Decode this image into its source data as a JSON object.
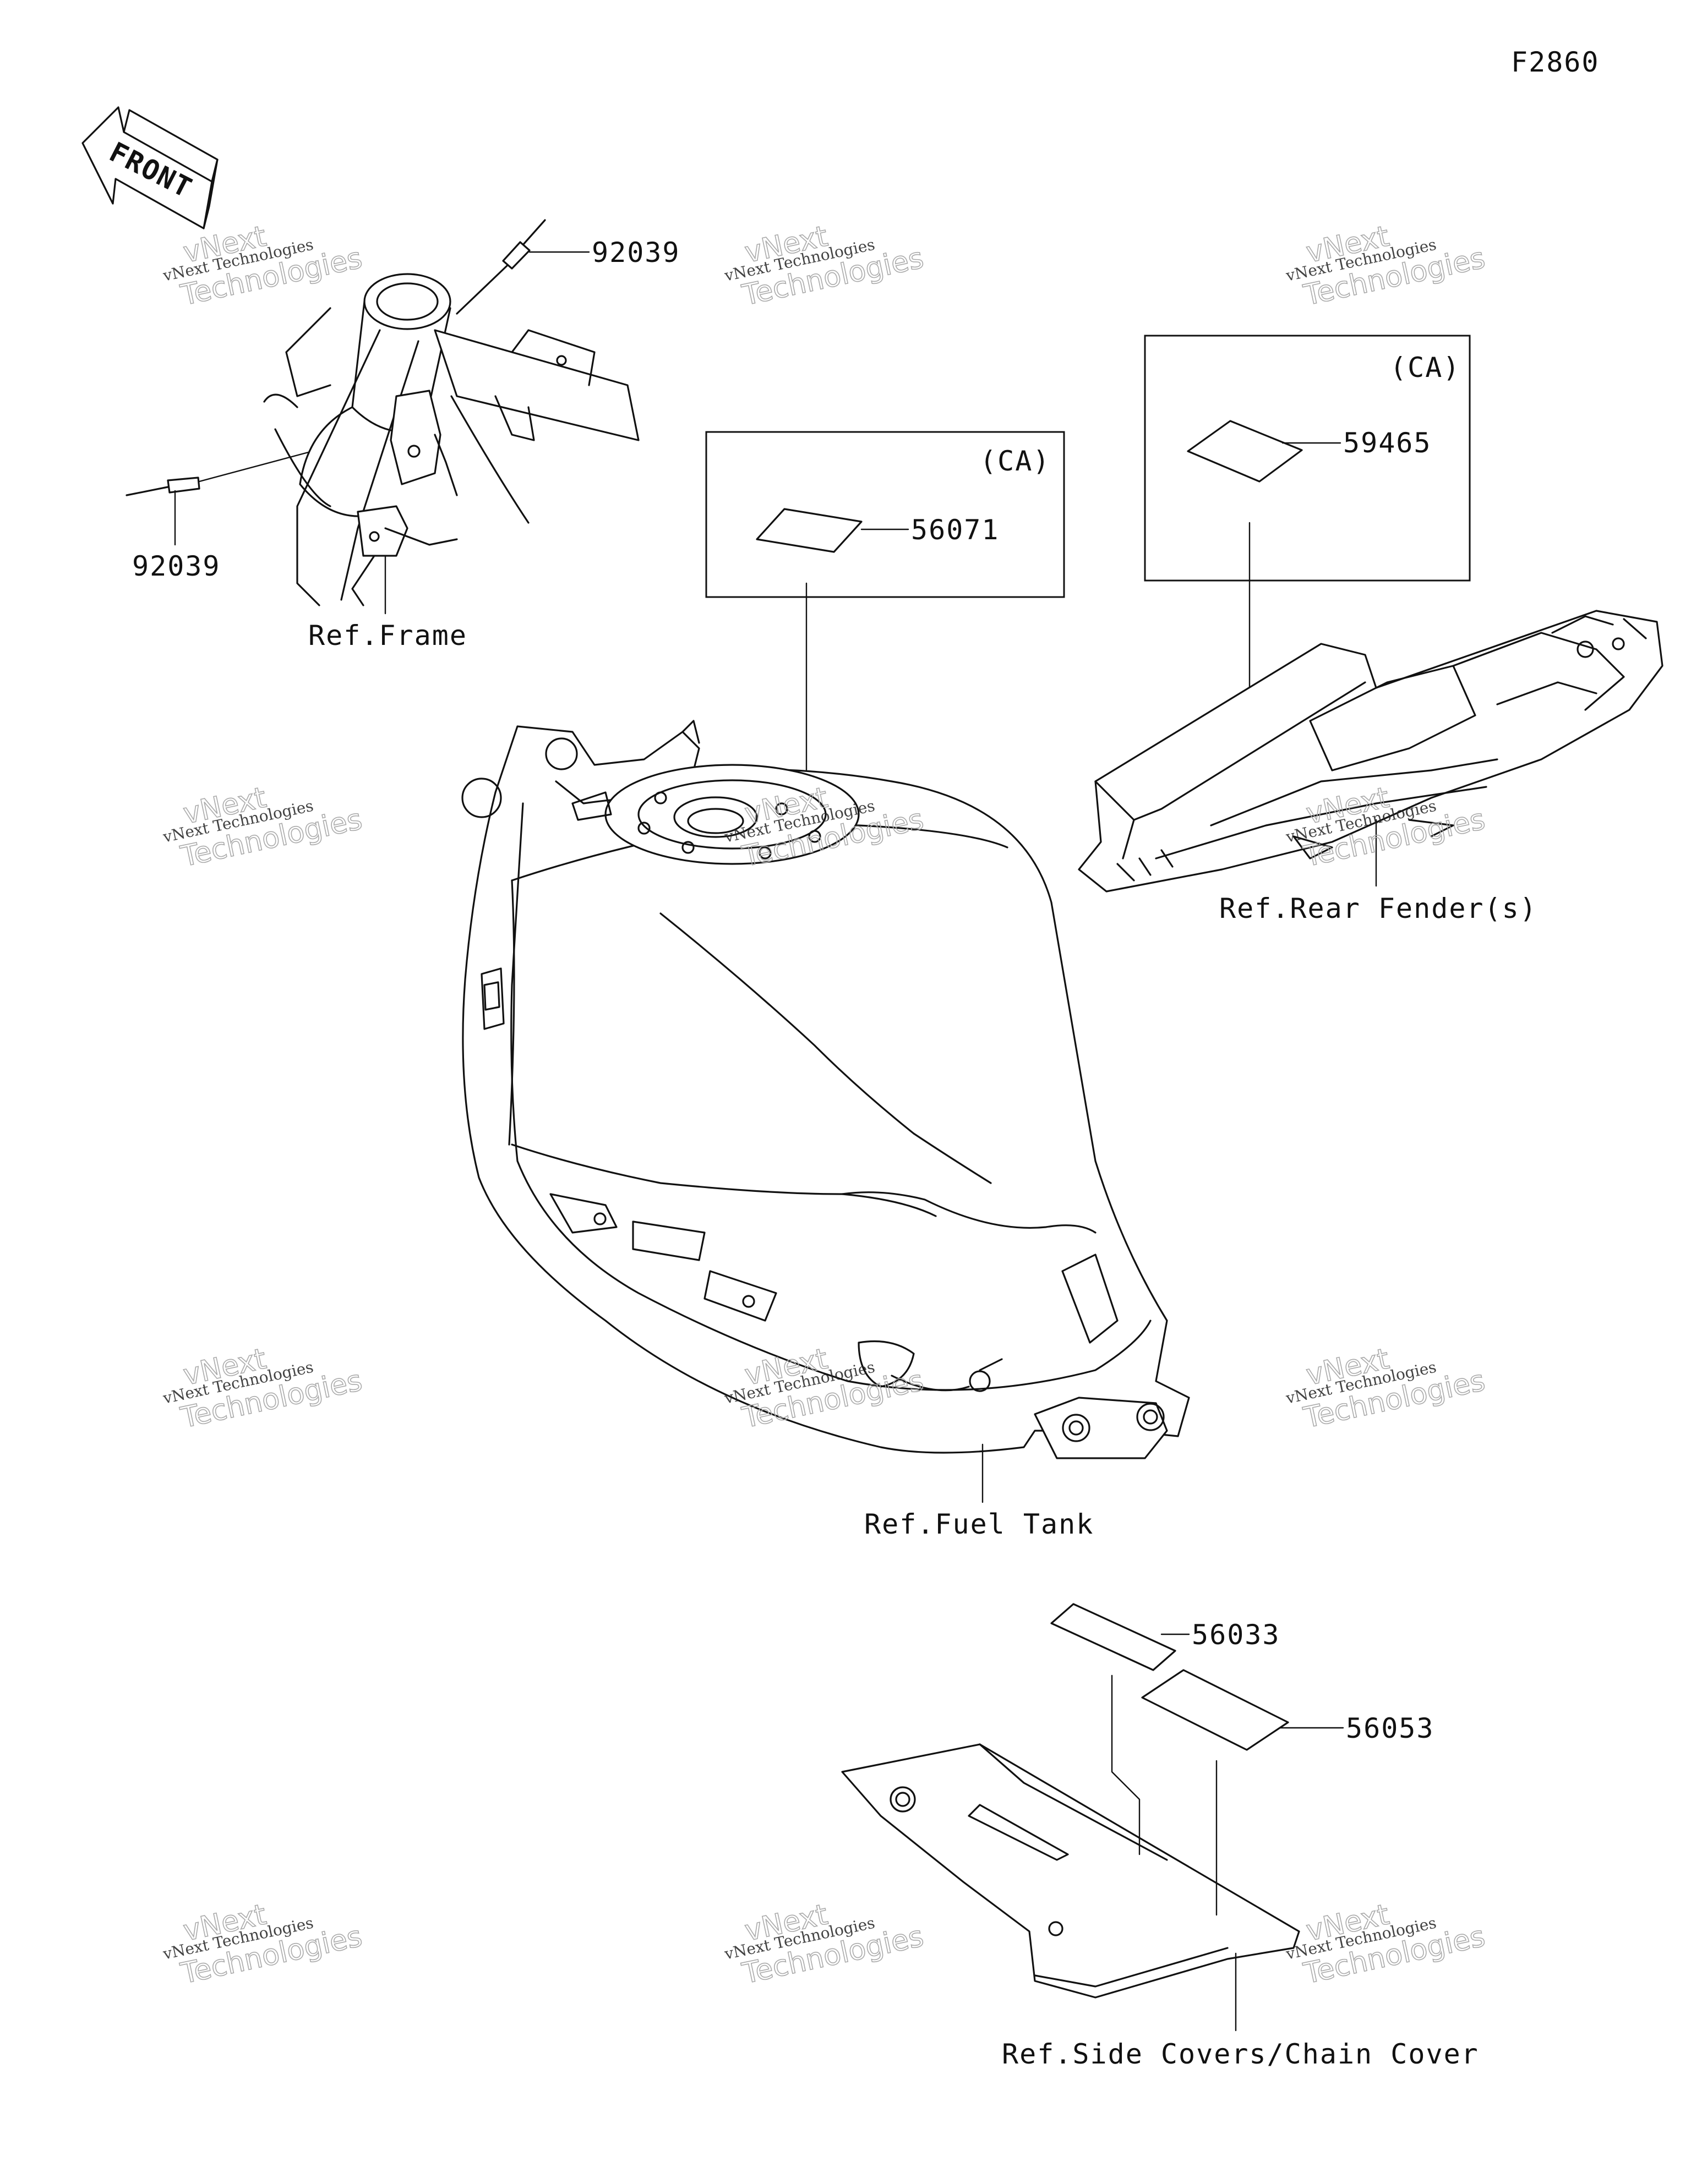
{
  "figure_code": "F2860",
  "front_arrow_label": "FRONT",
  "callouts": {
    "rivet_top": "92039",
    "rivet_left": "92039",
    "label_ca_tank": "56071",
    "label_ca_fender": "59465",
    "label_cover_a": "56033",
    "label_cover_b": "56053"
  },
  "region_tags": {
    "tank_box": "(CA)",
    "fender_box": "(CA)"
  },
  "references": {
    "frame": "Ref.Frame",
    "rear_fender": "Ref.Rear Fender(s)",
    "fuel_tank": "Ref.Fuel Tank",
    "side_covers": "Ref.Side Covers/Chain Cover"
  },
  "watermark": {
    "small": "vNext Technologies",
    "big_top": "vNext",
    "big_bottom": "Technologies"
  }
}
